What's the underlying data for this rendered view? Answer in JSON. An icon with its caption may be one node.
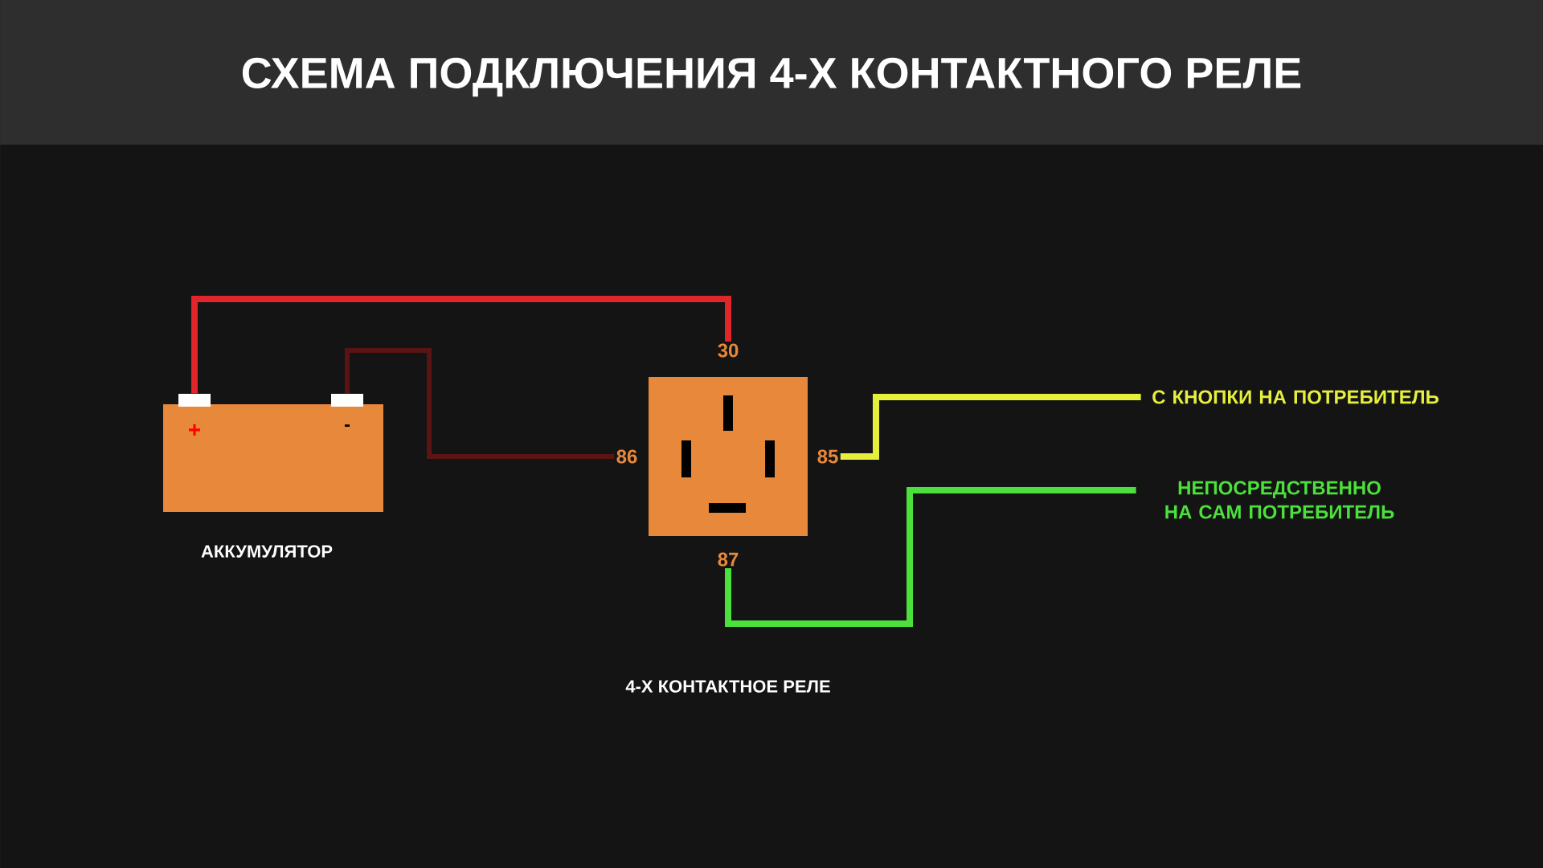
{
  "diagram": {
    "title": "СХЕМА ПОДКЛЮЧЕНИЯ 4-Х КОНТАКТНОГО РЕЛЕ",
    "nodes": [
      {
        "text": [
          "АККУМУЛЯТОР"
        ]
      },
      {
        "text": [],
        "shape": "box"
      },
      {
        "text": [],
        "shape": "box"
      },
      {
        "text": [],
        "shape": "box"
      },
      {
        "text": [
          "30"
        ]
      },
      {
        "text": [
          "86"
        ]
      },
      {
        "text": [
          "85"
        ]
      },
      {
        "text": [
          "87"
        ]
      },
      {
        "text": [
          "С КНОПКИ НА ПОТРЕБИТЕЛЬ"
        ]
      },
      {
        "text": [
          "НЕПОСРЕДСТВЕННО НА САМ ПОТРЕБИТЕЛЬ"
        ]
      }
    ],
    "edges": [
      {
        "from": 1,
        "to": 4,
        "arrow": "none",
        "color": "#e0262a"
      },
      {
        "from": 2,
        "to": 5,
        "arrow": "none",
        "color": "#5a1414"
      },
      {
        "from": 6,
        "to": 8,
        "arrow": "none",
        "color": "#e6f03c"
      },
      {
        "from": 7,
        "to": 9,
        "arrow": "none",
        "color": "#4ce03c"
      }
    ],
    "labels": [
      "+",
      "-",
      "4-Х КОНТАКТНОЕ РЕЛЕ"
    ]
  }
}
